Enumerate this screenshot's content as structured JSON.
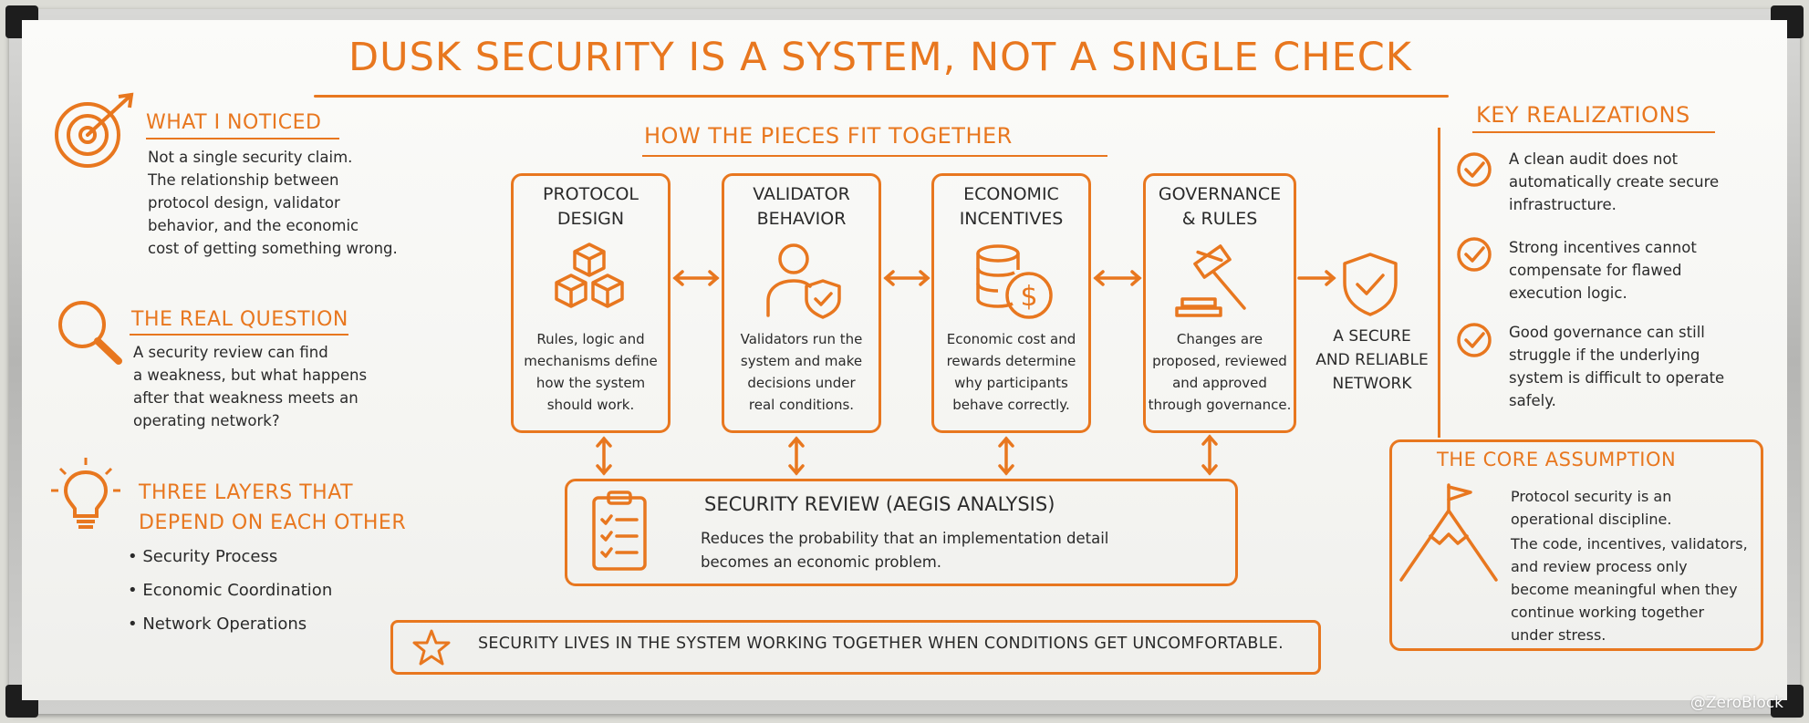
{
  "title": "DUSK SECURITY IS A SYSTEM, NOT A SINGLE CHECK",
  "left": {
    "noticed": {
      "heading": "WHAT I NOTICED",
      "lines": [
        "Not a single security claim.",
        "The relationship between",
        "protocol design, validator",
        "behavior, and the economic",
        "cost of getting something wrong."
      ]
    },
    "question": {
      "heading": "THE REAL QUESTION",
      "lines": [
        "A security review can find",
        "a weakness, but what happens",
        "after that weakness meets an",
        "operating network?"
      ]
    },
    "layers": {
      "heading_1": "THREE LAYERS THAT",
      "heading_2": "DEPEND ON EACH OTHER",
      "items": [
        "Security Process",
        "Economic Coordination",
        "Network Operations"
      ]
    }
  },
  "center": {
    "heading": "HOW THE PIECES FIT TOGETHER",
    "boxes": [
      {
        "title_1": "PROTOCOL",
        "title_2": "DESIGN",
        "icon": "cubes-icon",
        "desc": [
          "Rules, logic and",
          "mechanisms define",
          "how the system",
          "should work."
        ]
      },
      {
        "title_1": "VALIDATOR",
        "title_2": "BEHAVIOR",
        "icon": "validator-shield-icon",
        "desc": [
          "Validators run the",
          "system and make",
          "decisions under",
          "real conditions."
        ]
      },
      {
        "title_1": "ECONOMIC",
        "title_2": "INCENTIVES",
        "icon": "coins-dollar-icon",
        "desc": [
          "Economic cost and",
          "rewards determine",
          "why participants",
          "behave correctly."
        ]
      },
      {
        "title_1": "GOVERNANCE",
        "title_2": "& RULES",
        "icon": "gavel-icon",
        "desc": [
          "Changes are",
          "proposed, reviewed",
          "and approved",
          "through governance."
        ]
      }
    ],
    "outcome": {
      "line_1": "A SECURE",
      "line_2": "AND RELIABLE",
      "line_3": "NETWORK",
      "icon": "shield-check-icon"
    },
    "review": {
      "title": "SECURITY REVIEW (AEGIS ANALYSIS)",
      "line_1": "Reduces the probability that an implementation detail",
      "line_2": "becomes an economic problem.",
      "icon": "clipboard-checklist-icon"
    },
    "footer": {
      "text": "SECURITY LIVES IN THE SYSTEM WORKING TOGETHER WHEN CONDITIONS GET UNCOMFORTABLE.",
      "icon": "star-icon"
    }
  },
  "right": {
    "heading": "KEY REALIZATIONS",
    "items": [
      {
        "lines": [
          "A clean audit does not",
          "automatically create secure",
          "infrastructure."
        ]
      },
      {
        "lines": [
          "Strong incentives cannot",
          "compensate for flawed",
          "execution logic."
        ]
      },
      {
        "lines": [
          "Good governance can still",
          "struggle if the underlying",
          "system is difficult to operate",
          "safely."
        ]
      }
    ],
    "core": {
      "heading": "THE CORE ASSUMPTION",
      "lines_1": [
        "Protocol security is an",
        "operational discipline."
      ],
      "lines_2": [
        "The code, incentives, validators,",
        "and review process only",
        "become meaningful when they",
        "continue working together",
        "under stress."
      ]
    }
  },
  "watermark": "@ZeroBlock",
  "colors": {
    "accent": "#e8771f",
    "ink": "#2a2a2a",
    "board": "#f7f7f4"
  }
}
